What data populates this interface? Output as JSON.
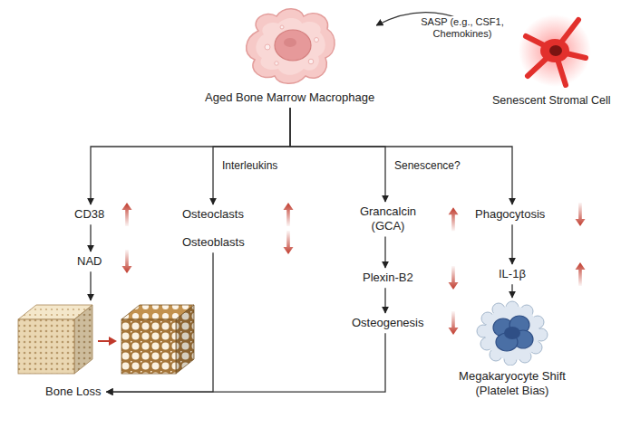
{
  "diagram": {
    "nodes": [
      {
        "text": [
          "Aged Bone Marrow Macrophage"
        ]
      },
      {
        "text": [
          "Senescent Stromal Cell"
        ]
      },
      {
        "text": [
          "CD38"
        ]
      },
      {
        "text": [
          "Osteoclasts"
        ]
      },
      {
        "text": [
          "Osteoblasts"
        ]
      },
      {
        "text": [
          "Grancalcin (GCA)"
        ]
      },
      {
        "text": [
          "Phagocytosis"
        ]
      },
      {
        "text": [
          "NAD"
        ]
      },
      {
        "text": [
          "Plexin-B2"
        ]
      },
      {
        "text": [
          "IL-1β"
        ]
      },
      {
        "text": [
          "Osteogenesis"
        ]
      },
      {
        "text": [
          "Megakaryocyte Shift (Platelet Bias)"
        ]
      },
      {
        "text": [
          "Bone Loss"
        ]
      }
    ],
    "edges": [
      {
        "from": 1,
        "to": 0,
        "label": "SASP (e.g., CSF1, Chemokines)",
        "arrow": "to"
      },
      {
        "from": 0,
        "to": 2,
        "arrow": "to"
      },
      {
        "from": 0,
        "to": 3,
        "label": "Interleukins",
        "arrow": "to"
      },
      {
        "from": 0,
        "to": 5,
        "label": "Senescence?",
        "arrow": "to"
      },
      {
        "from": 0,
        "to": 6,
        "arrow": "to"
      },
      {
        "from": 2,
        "to": 7,
        "arrow": "to"
      },
      {
        "from": 7,
        "to": 12,
        "arrow": "to"
      },
      {
        "from": 4,
        "to": 12,
        "arrow": "to"
      },
      {
        "from": 5,
        "to": 8,
        "arrow": "to"
      },
      {
        "from": 8,
        "to": 10,
        "arrow": "to"
      },
      {
        "from": 10,
        "to": 12,
        "arrow": "to"
      },
      {
        "from": 6,
        "to": 9,
        "arrow": "to"
      },
      {
        "from": 9,
        "to": 11,
        "arrow": "to"
      }
    ]
  }
}
